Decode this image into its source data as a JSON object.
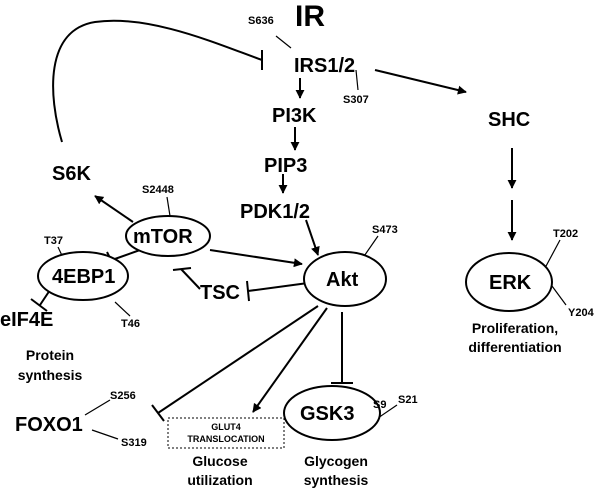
{
  "nodes": {
    "ir": "IR",
    "irs": "IRS1/2",
    "pi3k": "PI3K",
    "pip3": "PIP3",
    "pdk": "PDK1/2",
    "akt": "Akt",
    "shc": "SHC",
    "erk": "ERK",
    "s6k": "S6K",
    "mtor": "mTOR",
    "ebp": "4EBP1",
    "eif": "eIF4E",
    "tsc": "TSC",
    "foxo": "FOXO1",
    "gsk": "GSK3",
    "glut1": "GLUT4",
    "glut2": "TRANSLOCATION"
  },
  "sites": {
    "s636": "S636",
    "s307": "S307",
    "s2448": "S2448",
    "s473": "S473",
    "t37": "T37",
    "t46": "T46",
    "t202": "T202",
    "y204": "Y204",
    "s256": "S256",
    "s319": "S319",
    "s9": "S9",
    "s21": "S21"
  },
  "outcomes": {
    "protein1": "Protein",
    "protein2": "synthesis",
    "prolif1": "Proliferation,",
    "prolif2": "differentiation",
    "glucose1": "Glucose",
    "glucose2": "utilization",
    "glycogen1": "Glycogen",
    "glycogen2": "synthesis"
  }
}
